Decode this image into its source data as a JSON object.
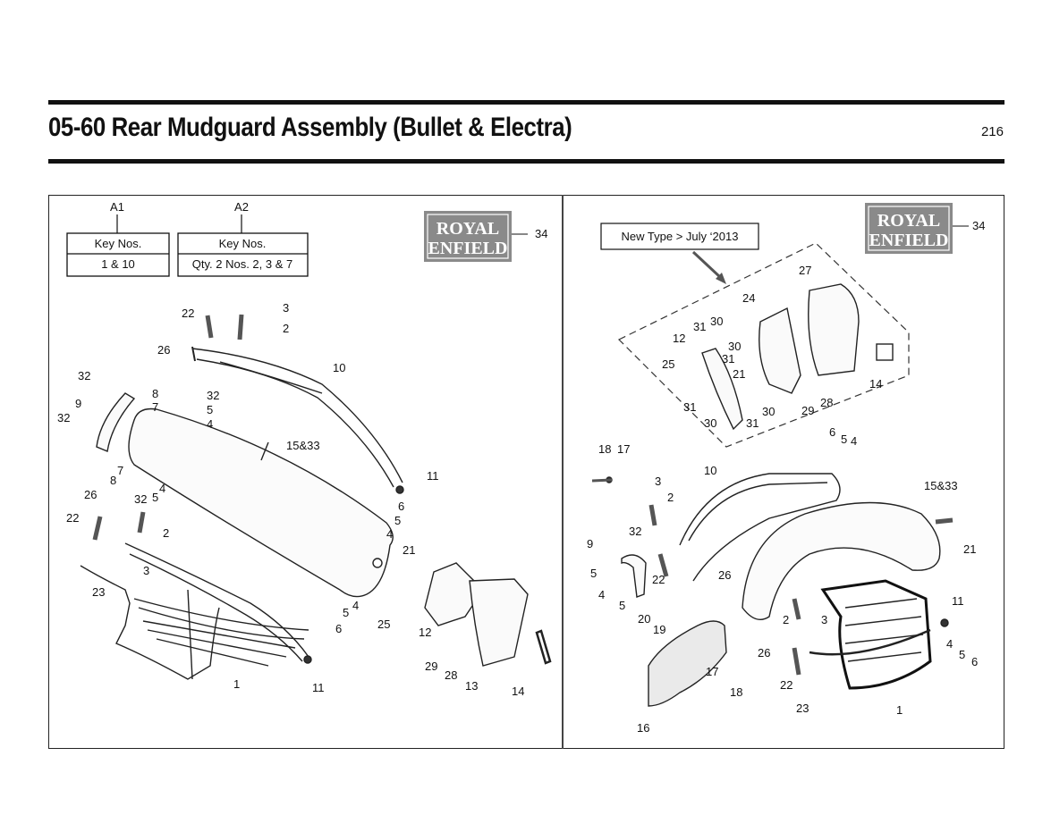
{
  "header": {
    "title": "05-60 Rear Mudguard Assembly (Bullet & Electra)",
    "page_number": "216"
  },
  "logo": {
    "line1": "ROYAL",
    "line2": "ENFIELD"
  },
  "left_panel": {
    "key_table_a1": {
      "label": "A1",
      "header": "Key Nos.",
      "value": "1 & 10"
    },
    "key_table_a2": {
      "label": "A2",
      "header": "Key Nos.",
      "value": "Qty. 2 Nos. 2, 3 & 7"
    },
    "callouts": [
      "34",
      "22",
      "3",
      "2",
      "26",
      "10",
      "32",
      "8",
      "9",
      "7",
      "32",
      "5",
      "4",
      "32",
      "15&33",
      "7",
      "8",
      "4",
      "32",
      "5",
      "11",
      "26",
      "6",
      "5",
      "22",
      "4",
      "2",
      "21",
      "3",
      "23",
      "4",
      "5",
      "6",
      "25",
      "12",
      "29",
      "28",
      "13",
      "14",
      "1",
      "11"
    ]
  },
  "right_panel": {
    "new_type_label": "New Type > July ‘2013",
    "callouts": [
      "34",
      "27",
      "24",
      "31",
      "30",
      "12",
      "30",
      "31",
      "25",
      "21",
      "14",
      "31",
      "30",
      "31",
      "29",
      "28",
      "30",
      "6",
      "5",
      "4",
      "18",
      "17",
      "10",
      "15&33",
      "3",
      "2",
      "32",
      "9",
      "5",
      "4",
      "5",
      "22",
      "26",
      "21",
      "11",
      "20",
      "19",
      "2",
      "3",
      "4",
      "5",
      "6",
      "26",
      "17",
      "18",
      "22",
      "23",
      "16",
      "1"
    ]
  }
}
